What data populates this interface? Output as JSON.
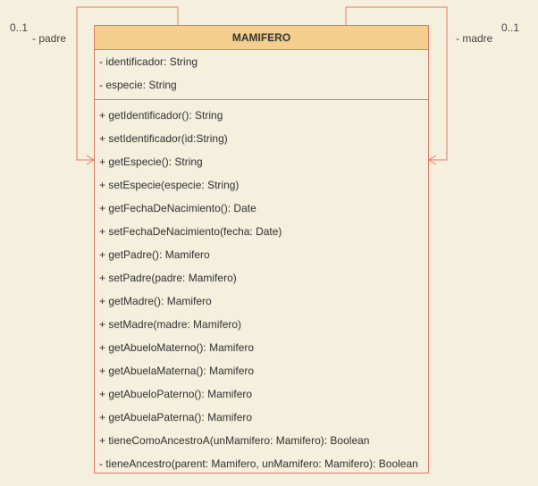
{
  "class": {
    "name": "MAMIFERO",
    "attributes": [
      "- identificador: String",
      "- especie: String"
    ],
    "methods": [
      "+ getIdentificador(): String",
      "+ setIdentificador(id:String)",
      "+ getEspecie(): String",
      "+ setEspecie(especie: String)",
      "+ getFechaDeNacimiento(): Date",
      "+ setFechaDeNacimiento(fecha: Date)",
      "+ getPadre(): Mamifero",
      "+ setPadre(padre: Mamifero)",
      "+ getMadre(): Mamifero",
      "+ setMadre(madre: Mamifero)",
      "+ getAbueloMaterno(): Mamifero",
      "+ getAbuelaMaterna(): Mamifero",
      "+ getAbueloPaterno(): Mamifero",
      "+ getAbuelaPaterna(): Mamifero",
      "+ tieneComoAncestroA(unMamifero: Mamifero): Boolean",
      "- tieneAncestro(parent: Mamifero, unMamifero: Mamifero): Boolean"
    ]
  },
  "associations": {
    "left": {
      "role": "- padre",
      "multiplicity": "0..1"
    },
    "right": {
      "role": "- madre",
      "multiplicity": "0..1"
    }
  },
  "colors": {
    "background": "#f5f0dd",
    "header_fill": "#f5cf8e",
    "border": "#e07a66"
  }
}
